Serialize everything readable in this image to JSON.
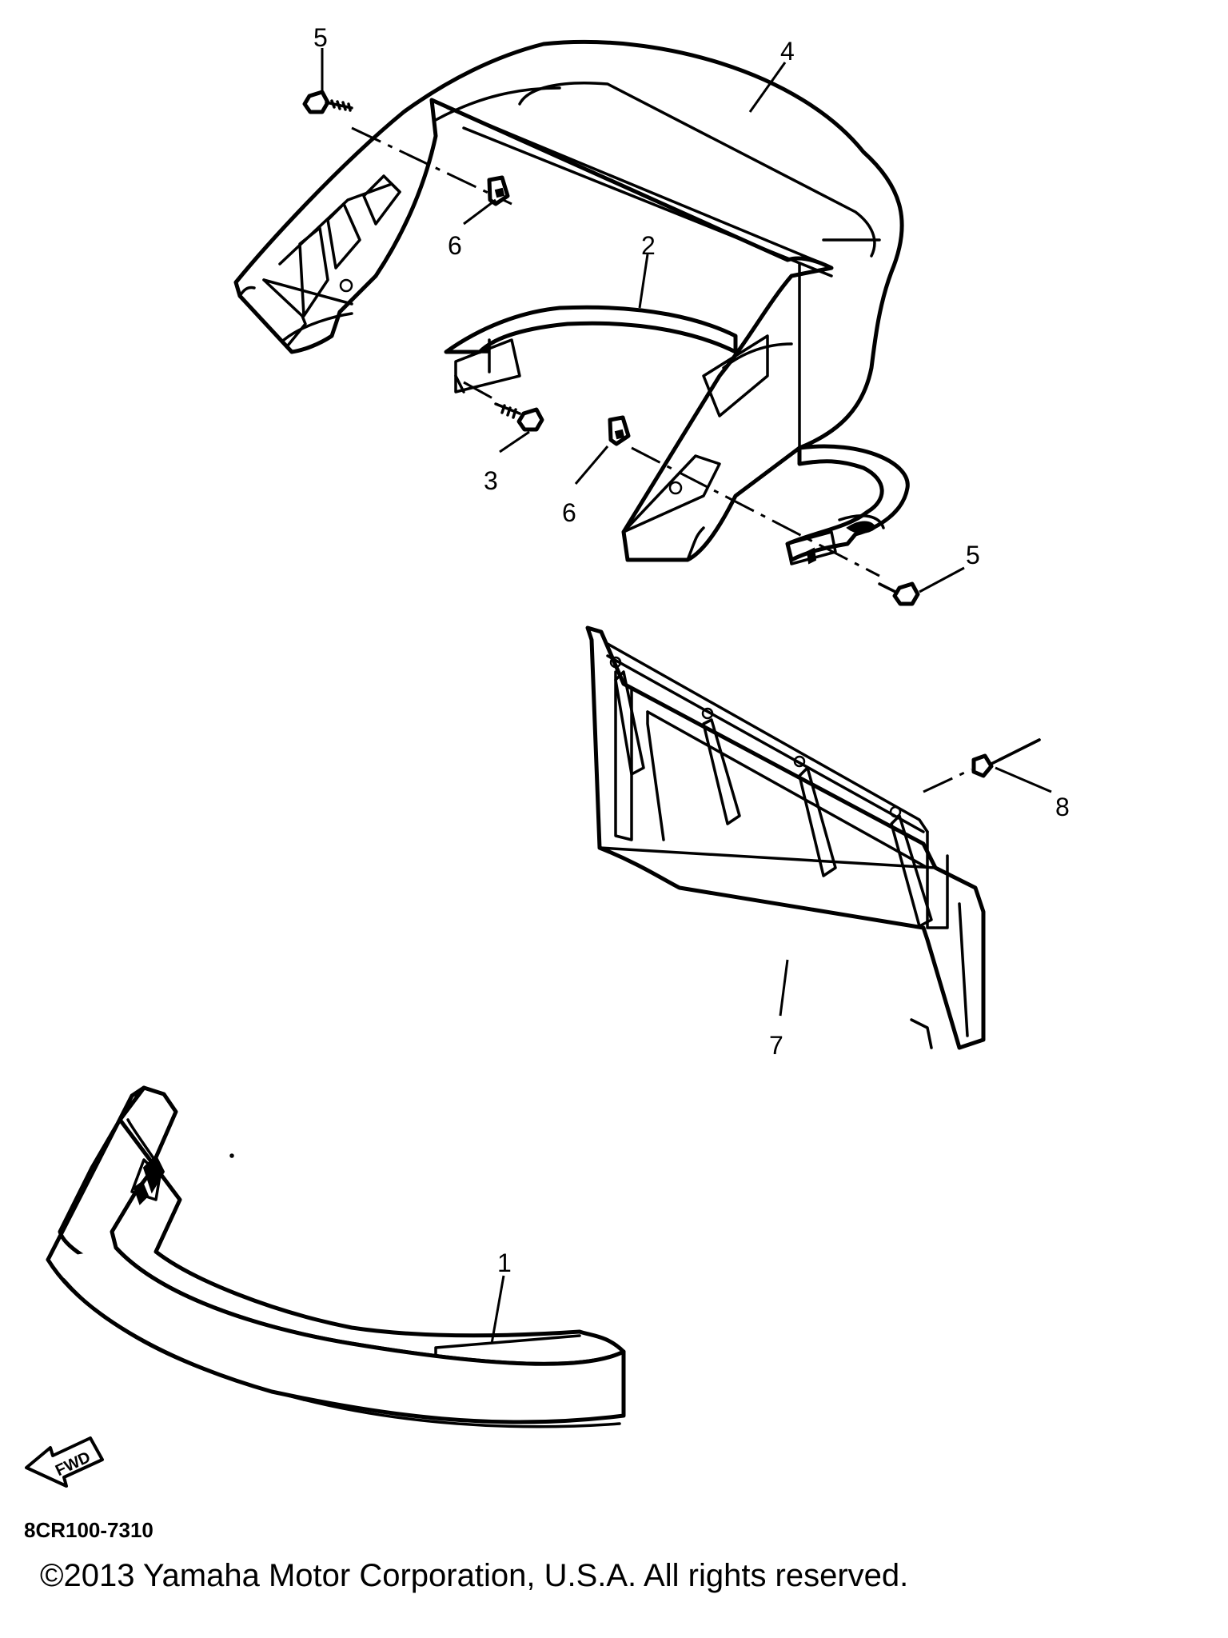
{
  "callouts": {
    "c1": "1",
    "c2": "2",
    "c3": "3",
    "c4": "4",
    "c5a": "5",
    "c5b": "5",
    "c6a": "6",
    "c6b": "6",
    "c7": "7",
    "c8": "8"
  },
  "fwd_label": "FWD",
  "diagram_code": "8CR100-7310",
  "copyright": "©2013 Yamaha Motor Corporation, U.S.A. All rights reserved."
}
